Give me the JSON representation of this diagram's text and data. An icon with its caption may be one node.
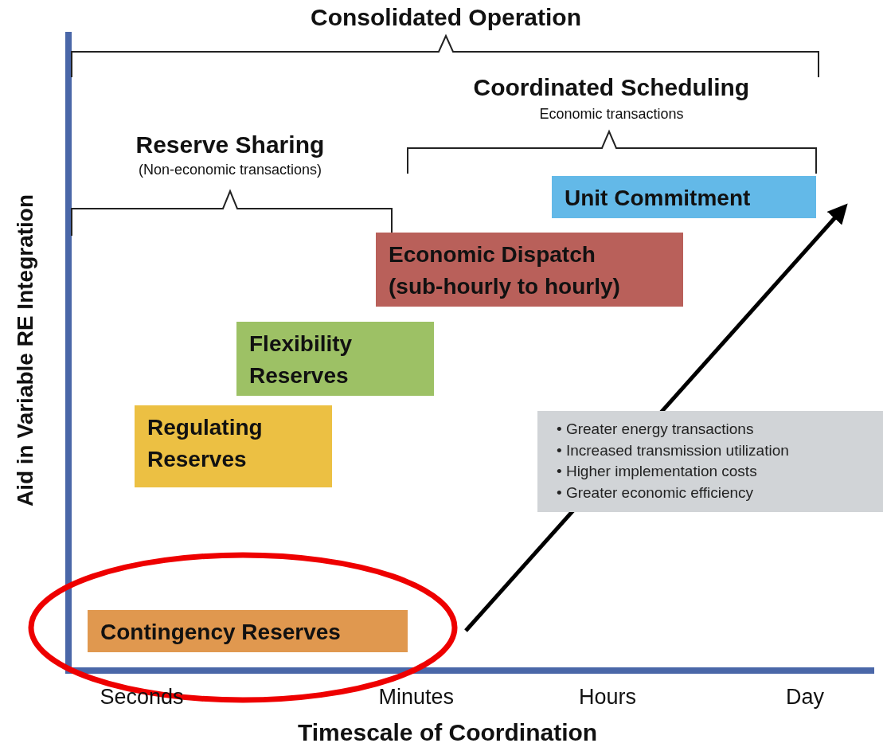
{
  "diagram": {
    "nodes": [
      {
        "text": [
          "Unit Commitment"
        ]
      },
      {
        "text": [
          "Economic Dispatch",
          "(sub-hourly to hourly)"
        ]
      },
      {
        "text": [
          "Flexibility Reserves"
        ]
      },
      {
        "text": [
          "Regulating Reserves"
        ]
      },
      {
        "text": [
          "• Greater energy transactions",
          "• Increased transmission utilization",
          "• Higher implementation costs",
          "• Greater economic efficiency"
        ]
      },
      {
        "text": [
          "Contingency Reserves"
        ]
      }
    ],
    "labels": [
      "Consolidated Operation",
      "Coordinated Scheduling",
      "Economic transactions",
      "Reserve Sharing",
      "(Non-economic transactions)",
      "Aid in Variable RE Integration",
      "Seconds",
      "Minutes",
      "Hours",
      "Day",
      "Timescale of Coordination"
    ]
  }
}
